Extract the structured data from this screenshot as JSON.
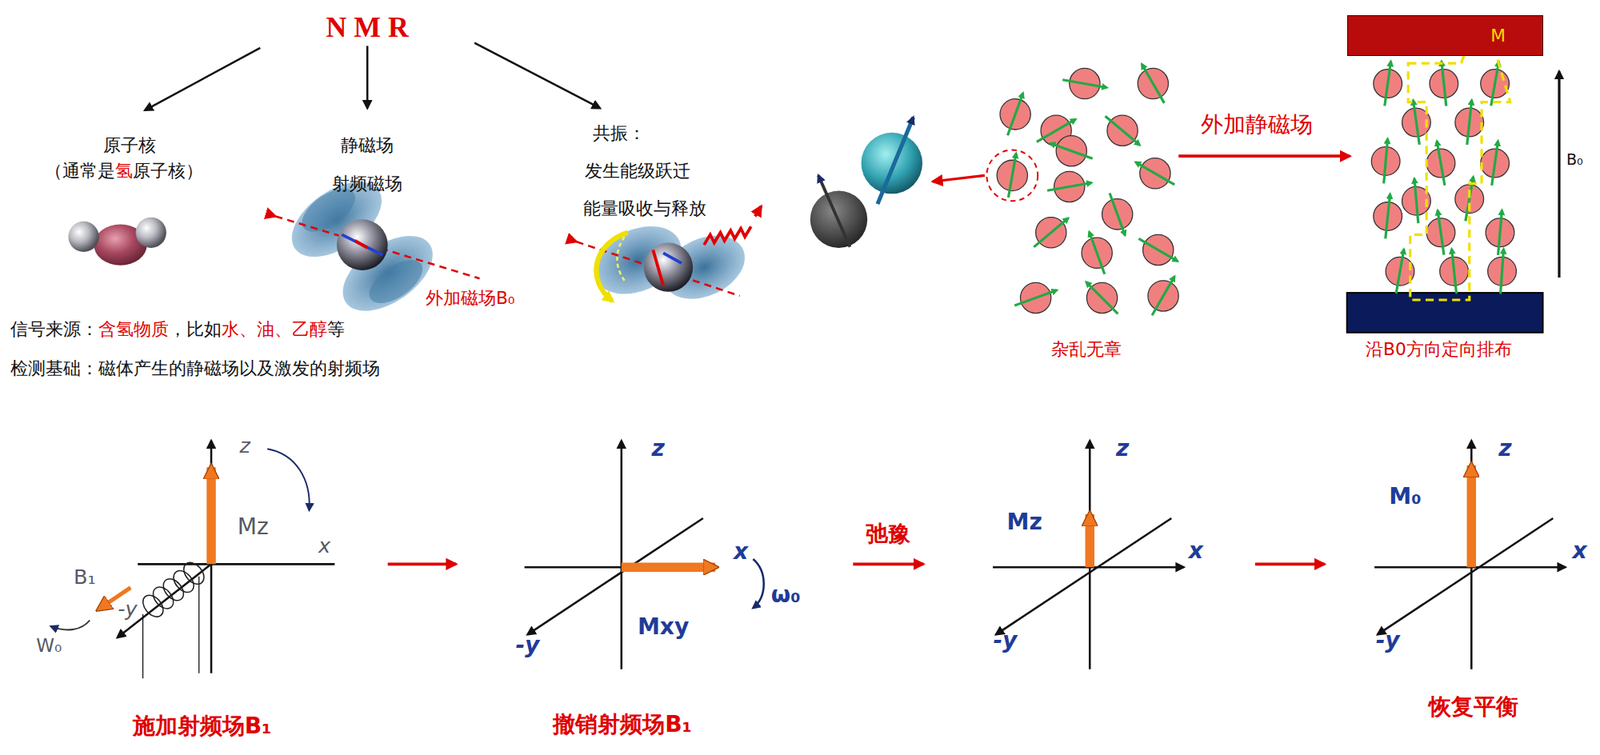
{
  "diagram": {
    "title": "N M R",
    "nodes": [
      {
        "text": [
          "M"
        ]
      }
    ],
    "labels": [
      "原子核",
      "（通常是",
      "氢",
      "原子核）",
      "静磁场",
      "射频磁场",
      "共振：",
      "发生能级跃迁",
      "能量吸收与释放",
      "外加磁场B₀",
      "信号来源：",
      "含氢物质",
      "，比如",
      "水、油、乙醇",
      "等",
      "检测基础：磁体产生的静磁场以及激发的射频场",
      "外加静磁场",
      "杂乱无章",
      "沿B0方向定向排布",
      "B₀",
      "z",
      "Mz",
      "x",
      "B₁",
      "-y",
      "W₀",
      "施加射频场B₁",
      "z",
      "x",
      "Mxy",
      "-y",
      "ω₀",
      "撤销射频场B₁",
      "弛豫",
      "z",
      "Mz",
      "x",
      "-y",
      "z",
      "M₀",
      "x",
      "-y",
      "恢复平衡"
    ]
  }
}
